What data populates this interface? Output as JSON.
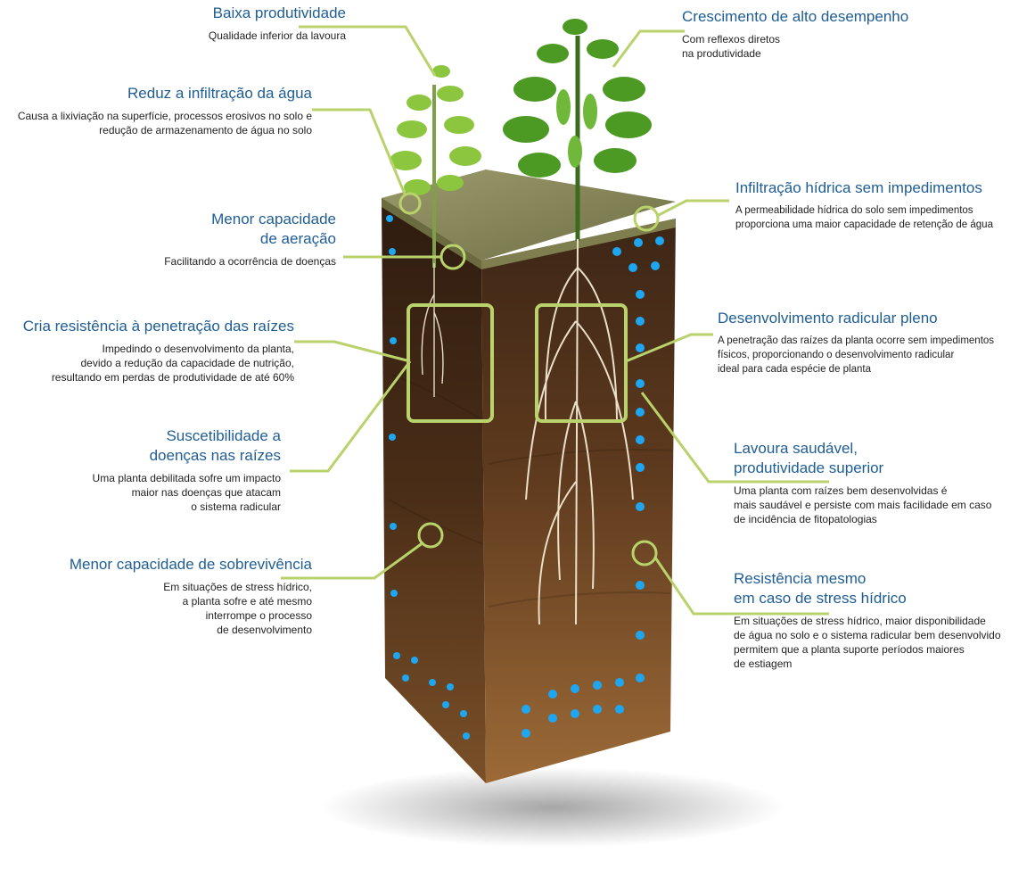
{
  "colors": {
    "title": "#1f5d93",
    "connector": "#b9d26b",
    "soil_dark": "#3a2414",
    "soil_light": "#a5733e",
    "grass": "#8a8a5a",
    "water": "#1ea6f0",
    "leaf": "#5aa02c"
  },
  "left": [
    {
      "title": "Baixa produtividade",
      "desc": "Qualidade inferior da lavoura"
    },
    {
      "title": "Reduz a infiltração da água",
      "desc": "Causa a lixiviação na superfície, processos erosivos no solo e\nredução de armazenamento de água no solo"
    },
    {
      "title": "Menor capacidade\nde aeração",
      "desc": "Facilitando a ocorrência de doenças"
    },
    {
      "title": "Cria resistência à penetração das raízes",
      "desc": "Impedindo o desenvolvimento da planta,\ndevido a redução da capacidade de nutrição,\nresultando em perdas de produtividade de até 60%"
    },
    {
      "title": "Suscetibilidade a\ndoenças nas raízes",
      "desc": "Uma planta debilitada sofre um impacto\nmaior nas doenças que atacam\no sistema radicular"
    },
    {
      "title": "Menor capacidade de sobrevivência",
      "desc": "Em situações de stress hídrico,\na planta sofre e até mesmo\ninterrompe o processo\nde desenvolvimento"
    }
  ],
  "right": [
    {
      "title": "Crescimento de alto desempenho",
      "desc": "Com reflexos diretos\nna produtividade"
    },
    {
      "title": "Infiltração hídrica sem impedimentos",
      "desc": "A permeabilidade hídrica do solo sem impedimentos\nproporciona uma maior capacidade de retenção de água"
    },
    {
      "title": "Desenvolvimento radicular pleno",
      "desc": "A penetração das raízes da planta ocorre sem impedimentos\nfísicos, proporcionando o desenvolvimento radicular\nideal para cada espécie de planta"
    },
    {
      "title": "Lavoura saudável,\nprodutividade superior",
      "desc": "Uma planta com raízes bem desenvolvidas é\nmais saudável e persiste com mais facilidade em caso\nde incidência de fitopatologias"
    },
    {
      "title": "Resistência mesmo\nem caso de stress hídrico",
      "desc": "Em situações de stress hídrico, maior disponibilidade\nde água no solo e o sistema radicular bem desenvolvido\npermitem que a planta suporte períodos maiores\nde estiagem"
    }
  ]
}
